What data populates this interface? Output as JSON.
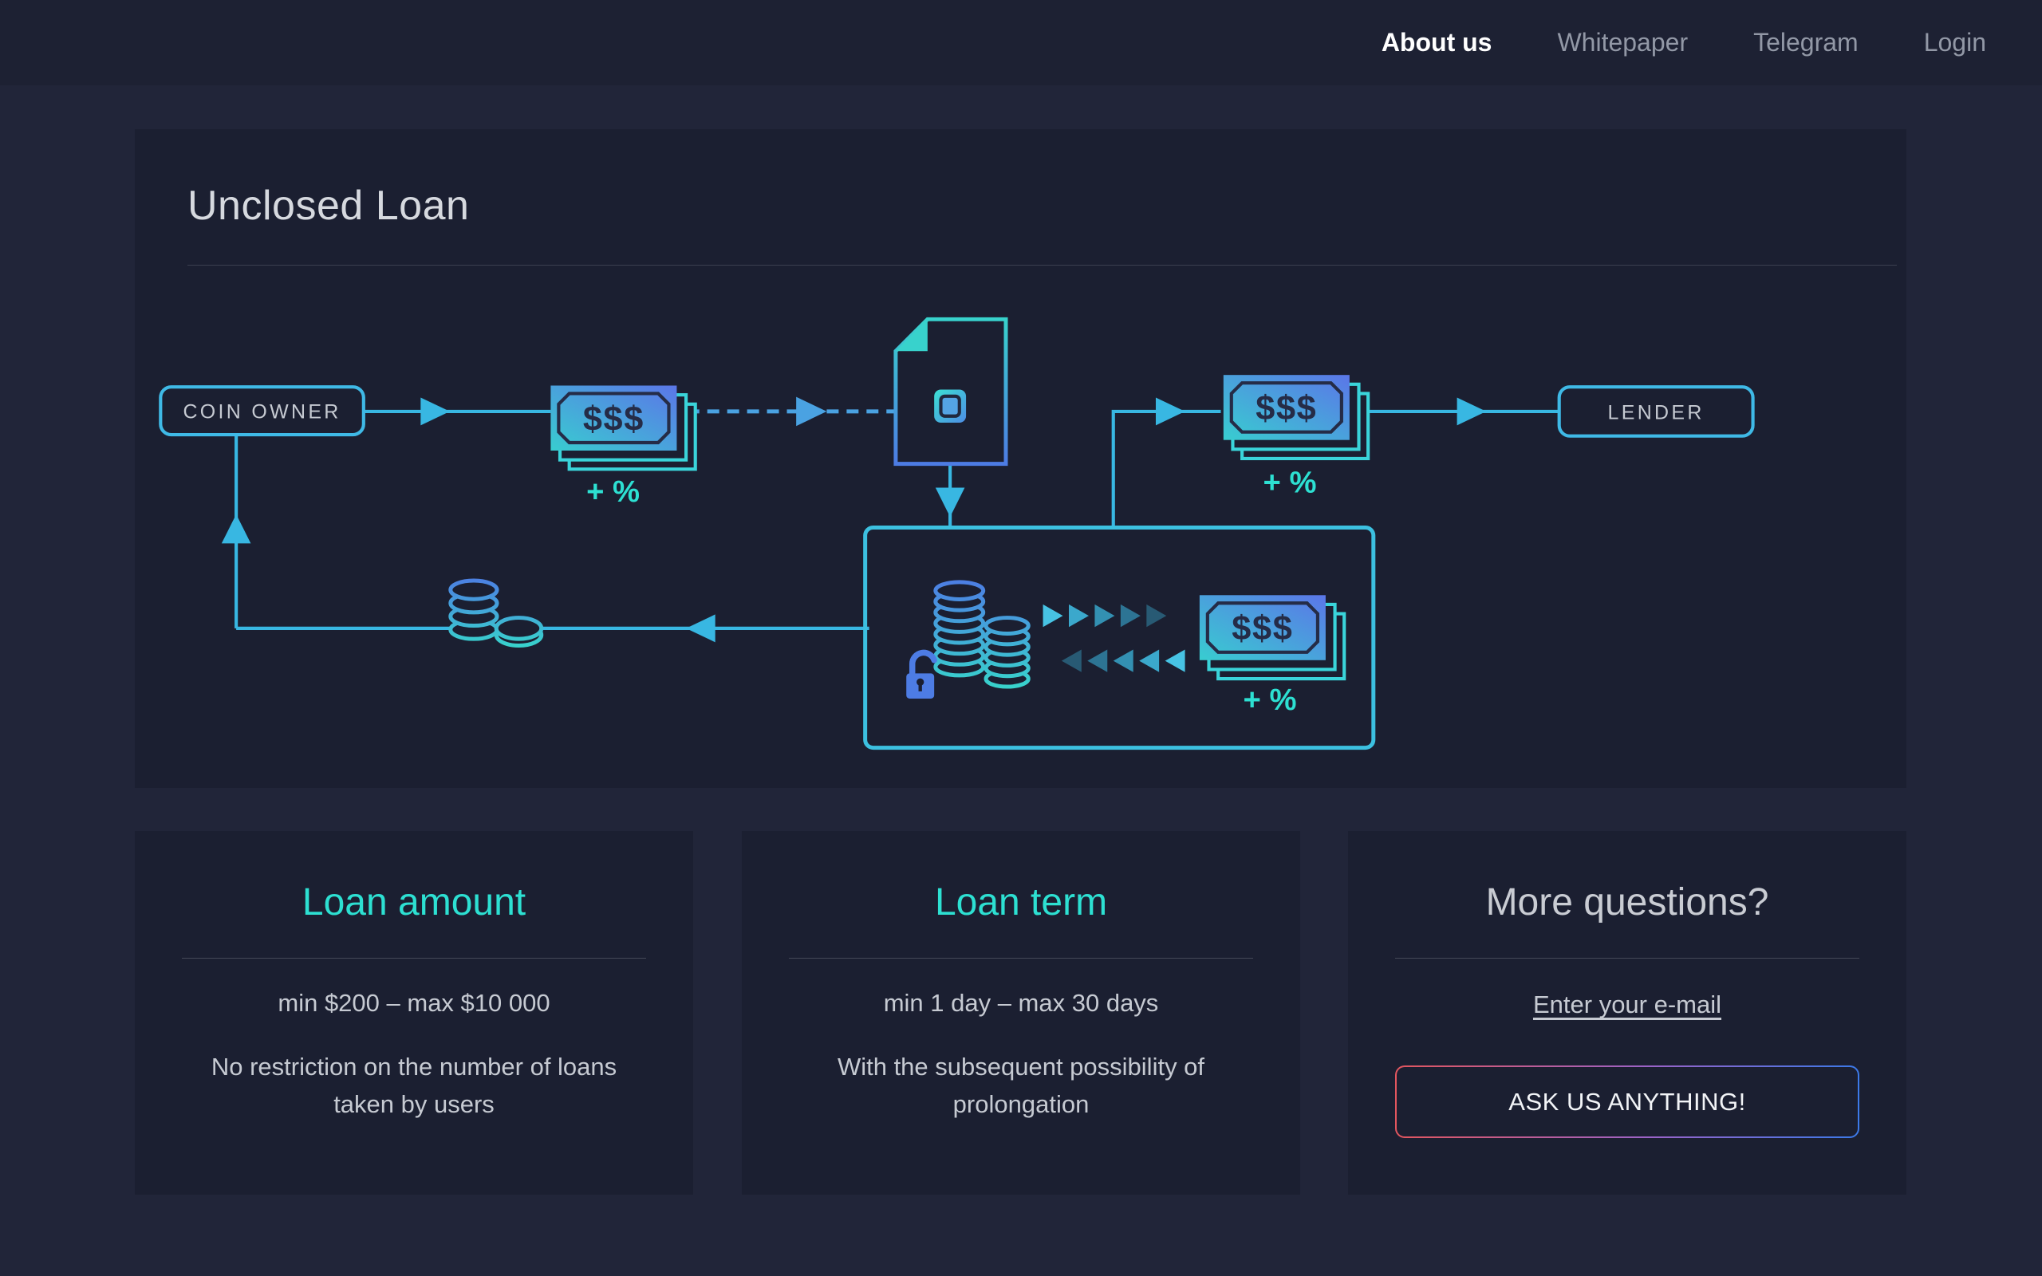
{
  "nav": {
    "items": [
      {
        "label": "About us",
        "active": true
      },
      {
        "label": "Whitepaper",
        "active": false
      },
      {
        "label": "Telegram",
        "active": false
      },
      {
        "label": "Login",
        "active": false
      }
    ]
  },
  "hero": {
    "title": "Unclosed Loan"
  },
  "diagram": {
    "coin_owner_label": "COIN OWNER",
    "lender_label": "LENDER",
    "money_label": "$$$",
    "plus_percent_label": "+ %"
  },
  "cards": [
    {
      "title": "Loan amount",
      "line1": "min $200 – max $10 000",
      "line2": "No restriction on the number of loans taken by users"
    },
    {
      "title": "Loan term",
      "line1": "min 1 day – max 30 days",
      "line2": "With the subsequent possibility of prolongation"
    },
    {
      "title": "More questions?",
      "link": "Enter your e-mail",
      "button": "ASK US ANYTHING!"
    }
  ],
  "colors": {
    "page_bg": "#212539",
    "panel_bg": "#1b1f31",
    "nav_bg": "#1d2133",
    "accent_teal": "#2de0d2",
    "line_cyan": "#38b7e2",
    "dashed_blue": "#4aa2e2",
    "money_gradient_top": "#5b76e8",
    "money_gradient_bottom": "#38cdd0",
    "lock_blue": "#4d7ce4",
    "button_gradient_left": "#e2565e",
    "button_gradient_right": "#3b79e8"
  }
}
